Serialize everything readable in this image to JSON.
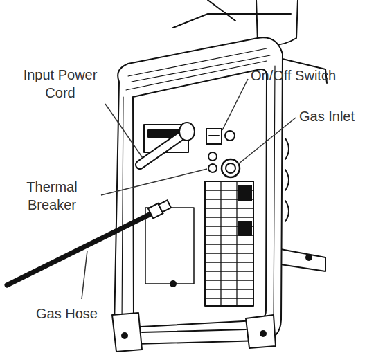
{
  "diagram": {
    "labels": [
      "Input Power Cord",
      "On/Off Switch",
      "Gas Inlet",
      "Thermal Breaker",
      "Gas Hose"
    ]
  }
}
